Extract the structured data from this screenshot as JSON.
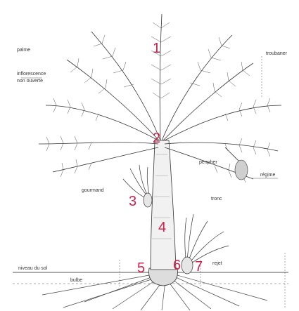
{
  "labels": {
    "palme": "palme",
    "inflorescence": "inflorescence",
    "non_ouverte": "non ouverte",
    "tronc_leaf": "troubaner",
    "penpher": "penpher",
    "regime": "régime",
    "gourmand": "gourmand",
    "tronc": "tronc",
    "rejet": "rejet",
    "niveau_du_sol": "niveau du sol",
    "bulbe": "bulbe"
  },
  "numbers": [
    "1",
    "2",
    "3",
    "4",
    "5",
    "6",
    "7"
  ],
  "colors": {
    "number": "#d0204a",
    "line": "#333333"
  }
}
